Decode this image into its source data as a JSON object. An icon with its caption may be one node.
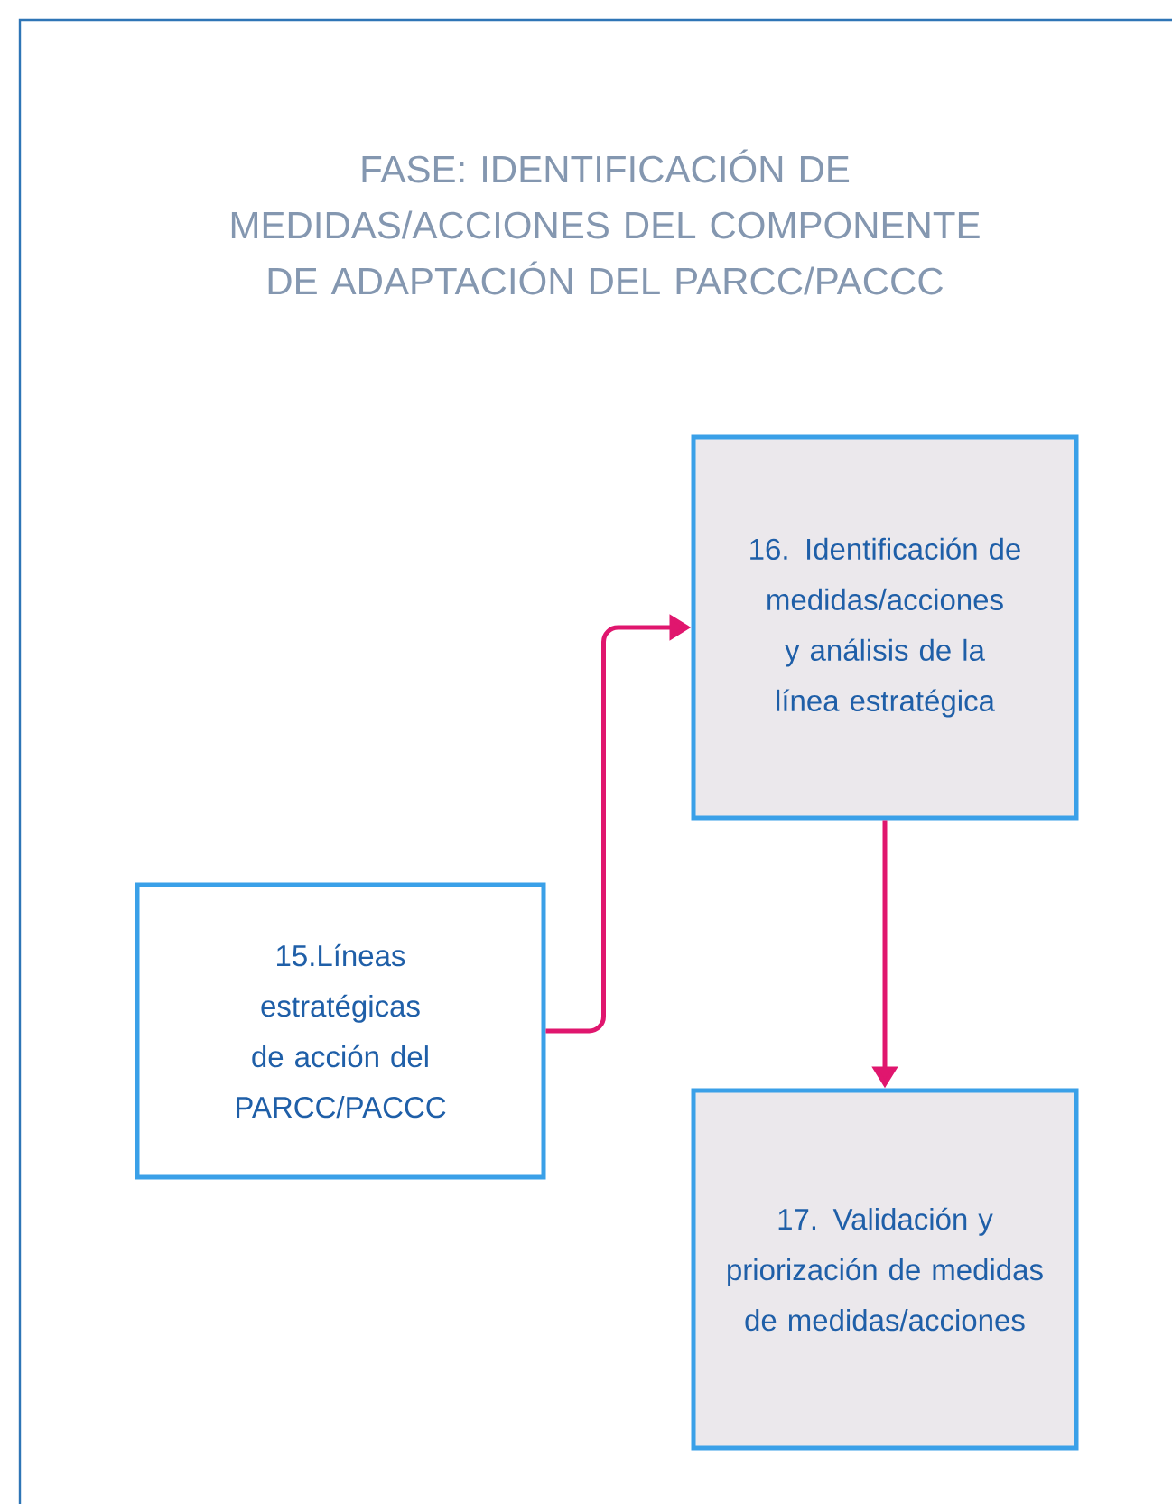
{
  "diagram": {
    "title": "FASE: IDENTIFICACIÓN DE MEDIDAS/ACCIONES DEL COMPONENTE DE ADAPTACIÓN DEL PARCC/PACCC",
    "nodes": [
      {
        "text": [
          "15.Líneas estratégicas de acción del PARCC/PACCC"
        ]
      },
      {
        "text": [
          "16. Identificación de medidas/acciones y análisis de la línea estratégica"
        ]
      },
      {
        "text": [
          "17. Validación y priorización de medidas de medidas/acciones"
        ]
      }
    ],
    "edges": [
      {
        "from": 0,
        "to": 1,
        "arrow": "to"
      },
      {
        "from": 1,
        "to": 2,
        "arrow": "to"
      }
    ]
  }
}
